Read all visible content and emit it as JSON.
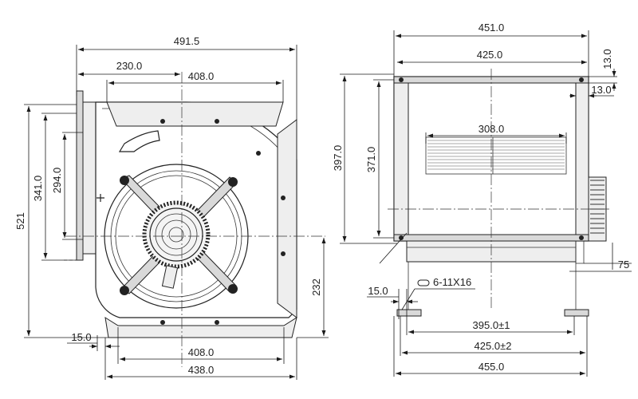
{
  "front_view": {
    "dims": {
      "overall_width": "491.5",
      "center_offset": "230.0",
      "top_flange": "408.0",
      "bottom_flange": "408.0",
      "base_width": "438.0",
      "overall_height": "521",
      "outlet_height": "341.0",
      "outlet_inner_height": "294.0",
      "center_to_base": "232",
      "base_offset": "15.0"
    }
  },
  "side_view": {
    "dims": {
      "overall_width": "451.0",
      "frame_width": "425.0",
      "flange_top": "13.0",
      "flange_side": "13.0",
      "blade_width": "308.0",
      "overall_height": "397.0",
      "frame_height": "371.0",
      "motor_projection": "75",
      "left_offset": "15.0",
      "mount_holes": "6-11X16",
      "hole_span": "395.0±1",
      "base_span": "425.0±2",
      "overall_base": "455.0"
    }
  }
}
